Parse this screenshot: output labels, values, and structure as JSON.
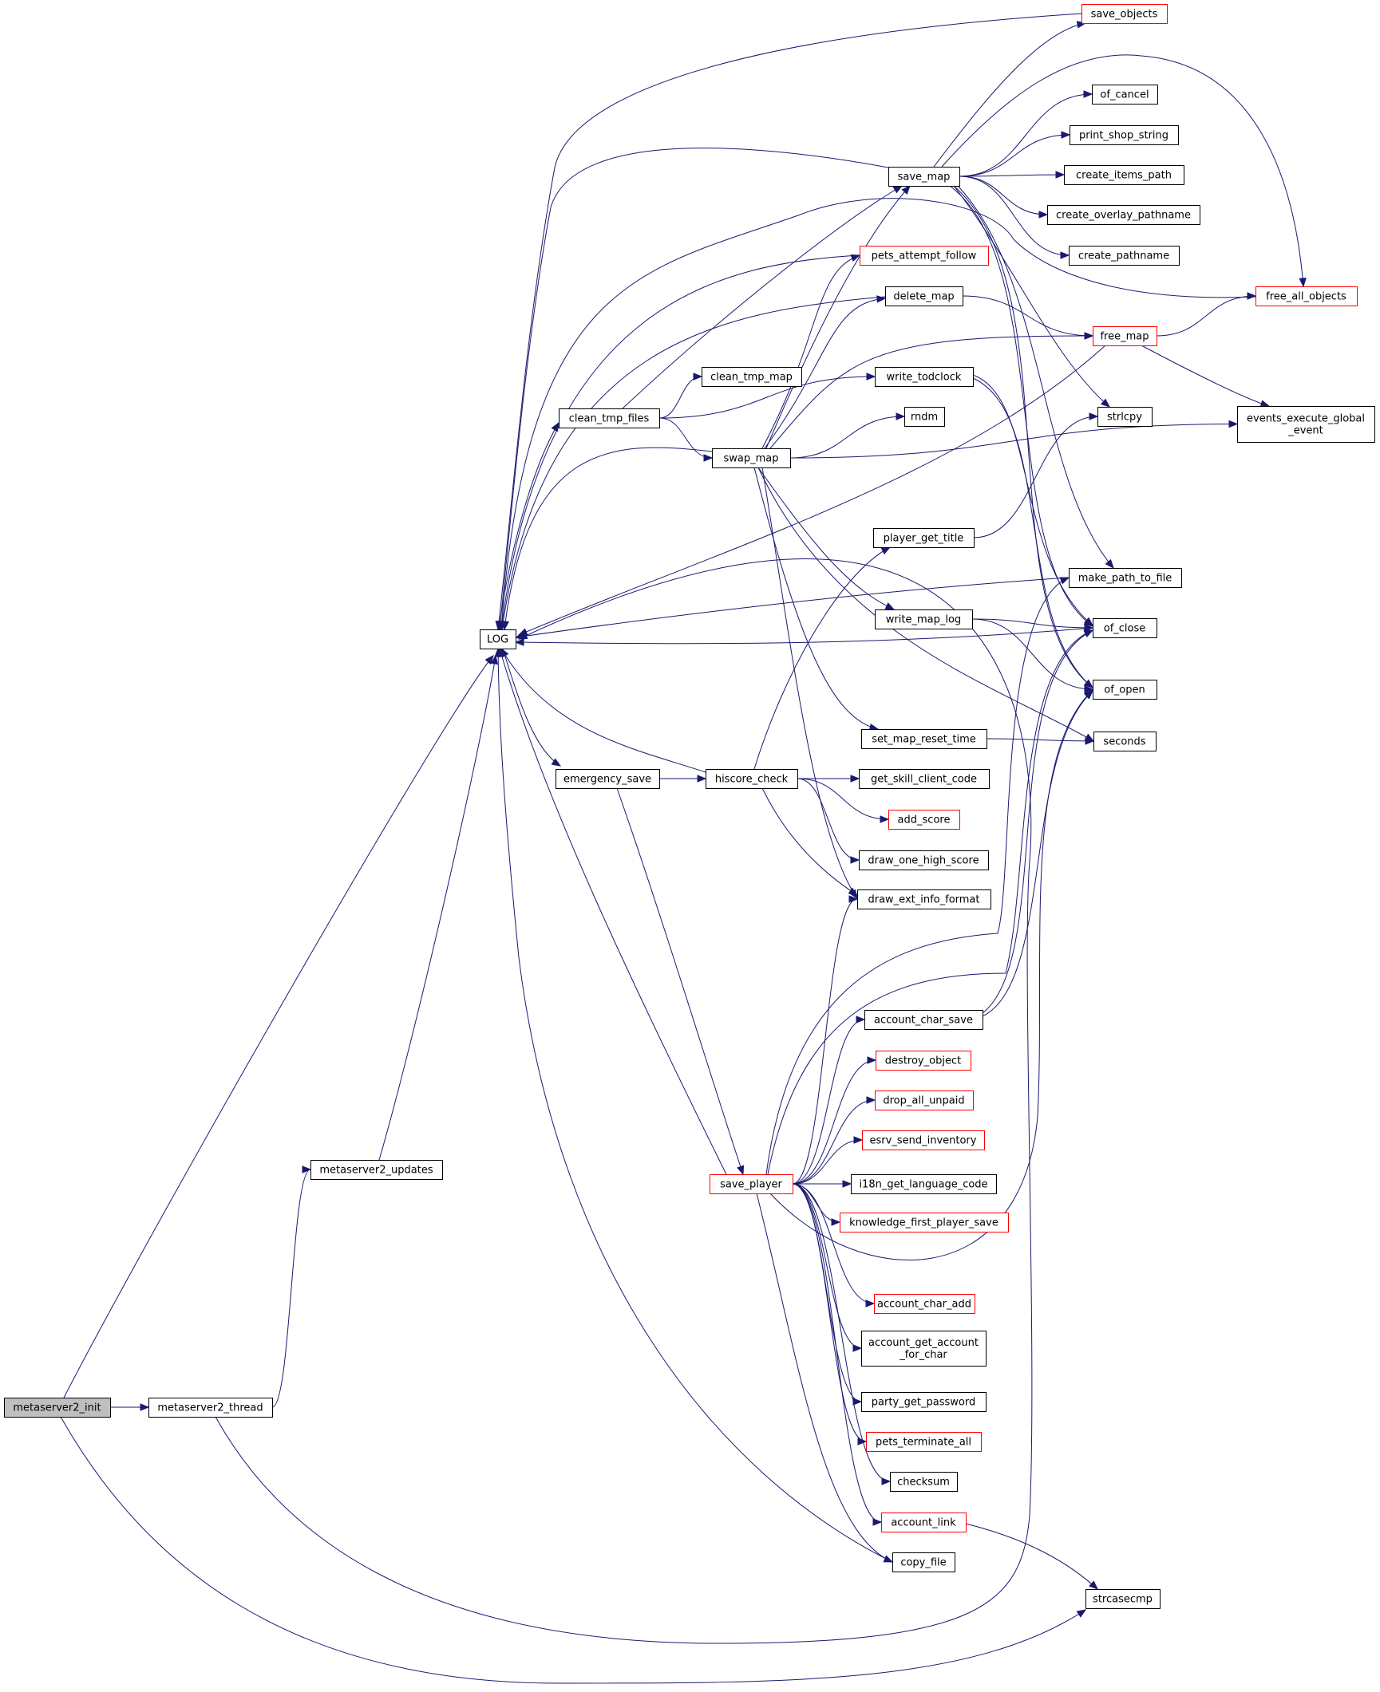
{
  "colors": {
    "edge": "#191970",
    "node_border": "#000000",
    "node_border_truncated": "#ff0000",
    "node_fill": "#ffffff",
    "focus_fill": "#bfbfbf"
  },
  "nodes": {
    "metaserver2_init": {
      "label": "metaserver2_init",
      "focus": true
    },
    "metaserver2_thread": {
      "label": "metaserver2_thread"
    },
    "metaserver2_updates": {
      "label": "metaserver2_updates"
    },
    "LOG": {
      "label": "LOG"
    },
    "strcasecmp": {
      "label": "strcasecmp"
    },
    "emergency_save": {
      "label": "emergency_save"
    },
    "hiscore_check": {
      "label": "hiscore_check"
    },
    "save_player": {
      "label": "save_player",
      "truncated": true
    },
    "clean_tmp_files": {
      "label": "clean_tmp_files"
    },
    "clean_tmp_map": {
      "label": "clean_tmp_map"
    },
    "swap_map": {
      "label": "swap_map"
    },
    "save_map": {
      "label": "save_map"
    },
    "pets_attempt_follow": {
      "label": "pets_attempt_follow",
      "truncated": true
    },
    "delete_map": {
      "label": "delete_map"
    },
    "write_todclock": {
      "label": "write_todclock"
    },
    "rndm": {
      "label": "rndm"
    },
    "player_get_title": {
      "label": "player_get_title"
    },
    "write_map_log": {
      "label": "write_map_log"
    },
    "set_map_reset_time": {
      "label": "set_map_reset_time"
    },
    "get_skill_client_code": {
      "label": "get_skill_client_code"
    },
    "add_score": {
      "label": "add_score",
      "truncated": true
    },
    "draw_one_high_score": {
      "label": "draw_one_high_score"
    },
    "draw_ext_info_format": {
      "label": "draw_ext_info_format"
    },
    "account_char_save": {
      "label": "account_char_save"
    },
    "destroy_object": {
      "label": "destroy_object",
      "truncated": true
    },
    "drop_all_unpaid": {
      "label": "drop_all_unpaid",
      "truncated": true
    },
    "esrv_send_inventory": {
      "label": "esrv_send_inventory",
      "truncated": true
    },
    "i18n_get_language_code": {
      "label": "i18n_get_language_code"
    },
    "knowledge_first_player_save": {
      "label": "knowledge_first_player_save",
      "truncated": true
    },
    "account_char_add": {
      "label": "account_char_add",
      "truncated": true
    },
    "account_get_account_for_char": {
      "label": "account_get_account_for_char",
      "lines": [
        "account_get_account",
        "_for_char"
      ]
    },
    "party_get_password": {
      "label": "party_get_password"
    },
    "pets_terminate_all": {
      "label": "pets_terminate_all",
      "truncated": true
    },
    "checksum": {
      "label": "checksum"
    },
    "account_link": {
      "label": "account_link",
      "truncated": true
    },
    "copy_file": {
      "label": "copy_file"
    },
    "save_objects": {
      "label": "save_objects",
      "truncated": true
    },
    "of_cancel": {
      "label": "of_cancel"
    },
    "print_shop_string": {
      "label": "print_shop_string"
    },
    "create_items_path": {
      "label": "create_items_path"
    },
    "create_overlay_pathname": {
      "label": "create_overlay_pathname"
    },
    "create_pathname": {
      "label": "create_pathname"
    },
    "free_map": {
      "label": "free_map",
      "truncated": true
    },
    "strlcpy": {
      "label": "strlcpy"
    },
    "make_path_to_file": {
      "label": "make_path_to_file"
    },
    "of_close": {
      "label": "of_close"
    },
    "of_open": {
      "label": "of_open"
    },
    "seconds": {
      "label": "seconds"
    },
    "free_all_objects": {
      "label": "free_all_objects",
      "truncated": true
    },
    "events_execute_global_event": {
      "label": "events_execute_global_event",
      "lines": [
        "events_execute_global",
        "_event"
      ]
    }
  },
  "edges": [
    [
      "metaserver2_init",
      "metaserver2_thread"
    ],
    [
      "metaserver2_init",
      "LOG"
    ],
    [
      "metaserver2_init",
      "strcasecmp"
    ],
    [
      "metaserver2_thread",
      "metaserver2_updates"
    ],
    [
      "metaserver2_thread",
      "LOG"
    ],
    [
      "metaserver2_updates",
      "LOG"
    ],
    [
      "LOG",
      "clean_tmp_files"
    ],
    [
      "LOG",
      "emergency_save"
    ],
    [
      "emergency_save",
      "hiscore_check"
    ],
    [
      "emergency_save",
      "save_player"
    ],
    [
      "clean_tmp_files",
      "clean_tmp_map"
    ],
    [
      "clean_tmp_files",
      "swap_map"
    ],
    [
      "clean_tmp_files",
      "write_todclock"
    ],
    [
      "clean_tmp_files",
      "save_map"
    ],
    [
      "swap_map",
      "save_map"
    ],
    [
      "swap_map",
      "pets_attempt_follow"
    ],
    [
      "swap_map",
      "delete_map"
    ],
    [
      "swap_map",
      "free_map"
    ],
    [
      "swap_map",
      "rndm"
    ],
    [
      "swap_map",
      "write_map_log"
    ],
    [
      "swap_map",
      "set_map_reset_time"
    ],
    [
      "swap_map",
      "draw_ext_info_format"
    ],
    [
      "swap_map",
      "events_execute_global_event"
    ],
    [
      "swap_map",
      "seconds"
    ],
    [
      "save_map",
      "save_objects"
    ],
    [
      "save_map",
      "free_all_objects"
    ],
    [
      "save_map",
      "of_cancel"
    ],
    [
      "save_map",
      "print_shop_string"
    ],
    [
      "save_map",
      "create_items_path"
    ],
    [
      "save_map",
      "create_overlay_pathname"
    ],
    [
      "save_map",
      "create_pathname"
    ],
    [
      "save_map",
      "strlcpy"
    ],
    [
      "save_map",
      "make_path_to_file"
    ],
    [
      "save_map",
      "of_close"
    ],
    [
      "save_map",
      "of_open"
    ],
    [
      "delete_map",
      "free_map"
    ],
    [
      "free_map",
      "free_all_objects"
    ],
    [
      "free_map",
      "events_execute_global_event"
    ],
    [
      "write_todclock",
      "of_close"
    ],
    [
      "write_todclock",
      "of_open"
    ],
    [
      "write_map_log",
      "of_close"
    ],
    [
      "write_map_log",
      "of_open"
    ],
    [
      "set_map_reset_time",
      "seconds"
    ],
    [
      "player_get_title",
      "strlcpy"
    ],
    [
      "hiscore_check",
      "player_get_title"
    ],
    [
      "hiscore_check",
      "get_skill_client_code"
    ],
    [
      "hiscore_check",
      "add_score"
    ],
    [
      "hiscore_check",
      "draw_one_high_score"
    ],
    [
      "hiscore_check",
      "draw_ext_info_format"
    ],
    [
      "save_player",
      "draw_ext_info_format"
    ],
    [
      "save_player",
      "make_path_to_file"
    ],
    [
      "save_player",
      "of_close"
    ],
    [
      "save_player",
      "of_open"
    ],
    [
      "save_player",
      "account_char_save"
    ],
    [
      "save_player",
      "destroy_object"
    ],
    [
      "save_player",
      "drop_all_unpaid"
    ],
    [
      "save_player",
      "esrv_send_inventory"
    ],
    [
      "save_player",
      "i18n_get_language_code"
    ],
    [
      "save_player",
      "knowledge_first_player_save"
    ],
    [
      "save_player",
      "account_char_add"
    ],
    [
      "save_player",
      "account_get_account_for_char"
    ],
    [
      "save_player",
      "party_get_password"
    ],
    [
      "save_player",
      "pets_terminate_all"
    ],
    [
      "save_player",
      "checksum"
    ],
    [
      "save_player",
      "account_link"
    ],
    [
      "save_player",
      "copy_file"
    ],
    [
      "account_char_save",
      "of_close"
    ],
    [
      "account_char_save",
      "of_open"
    ],
    [
      "account_link",
      "strcasecmp"
    ],
    [
      "save_objects",
      "LOG"
    ],
    [
      "save_map",
      "LOG"
    ],
    [
      "free_all_objects",
      "LOG"
    ],
    [
      "pets_attempt_follow",
      "LOG"
    ],
    [
      "delete_map",
      "LOG"
    ],
    [
      "swap_map",
      "LOG"
    ],
    [
      "free_map",
      "LOG"
    ],
    [
      "make_path_to_file",
      "LOG"
    ],
    [
      "of_close",
      "LOG"
    ],
    [
      "hiscore_check",
      "LOG"
    ],
    [
      "save_player",
      "LOG"
    ],
    [
      "copy_file",
      "LOG"
    ]
  ]
}
